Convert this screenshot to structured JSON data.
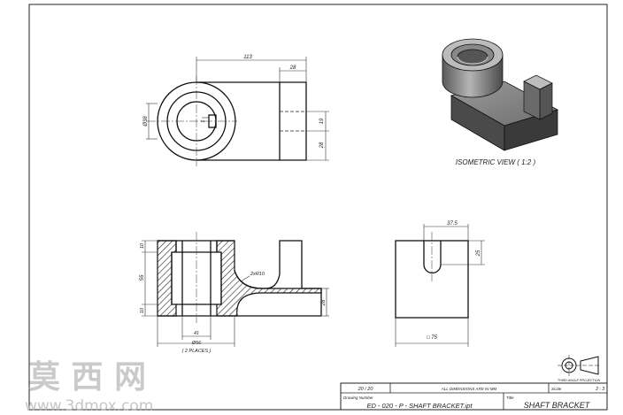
{
  "views": {
    "isometric_label": "ISOMETRIC VIEW ( 1:2 )"
  },
  "dimensions": {
    "top_overall": "113",
    "top_right": "28",
    "left_dia": "Ø38",
    "keyway": "6",
    "right_19": "19",
    "right_28": "28",
    "sec_10_top": "10",
    "sec_55": "55",
    "sec_10_bot": "10",
    "sec_28": "28",
    "fillet": "2xR10",
    "width_41": "41",
    "bolt_dia": "Ø56",
    "places": "( 2 PLACES )",
    "side_375": "37.5",
    "side_25": "25",
    "side_75": "□ 75"
  },
  "projection": {
    "label": "THIRD ANGLE PROJECTION"
  },
  "title_block": {
    "sheet": "20 / 20",
    "note": "ALL DIMENSIONS ARE IN MM",
    "scale_label": "Scale",
    "scale_value": "2 : 3",
    "drawing_number_label": "Drawing Number",
    "drawing_number": "ED - 020 - P - SHAFT BRACKET.ipt",
    "title_label": "Title",
    "title": "SHAFT BRACKET"
  },
  "watermark": {
    "chars": "莫 西 网",
    "url": "www.3dmox.com"
  }
}
